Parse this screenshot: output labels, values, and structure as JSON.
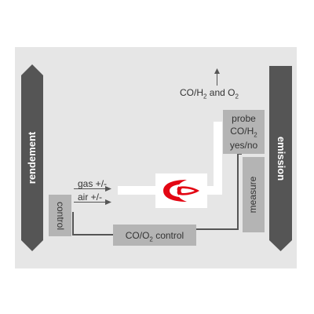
{
  "diagram": {
    "left_arrow_label": "rendement",
    "right_arrow_label": "emission",
    "control_box_label": "control",
    "measure_box_label": "measure",
    "co_o2_control": {
      "prefix": "CO/O",
      "sub": "2",
      "suffix": " control"
    },
    "gas_label": "gas +/-",
    "air_label": "air +/-",
    "probe": {
      "line1": "probe",
      "line2_prefix": "CO/H",
      "line2_sub": "2",
      "line3": "yes/no"
    },
    "output_label": {
      "prefix": "CO/H",
      "sub1": "2",
      "middle": " and O",
      "sub2": "2"
    },
    "flame_icon": "flame-icon",
    "colors": {
      "background": "#e6e6e6",
      "arrow": "#555555",
      "box": "#b4b4b4",
      "flame_red": "#e30613"
    }
  }
}
